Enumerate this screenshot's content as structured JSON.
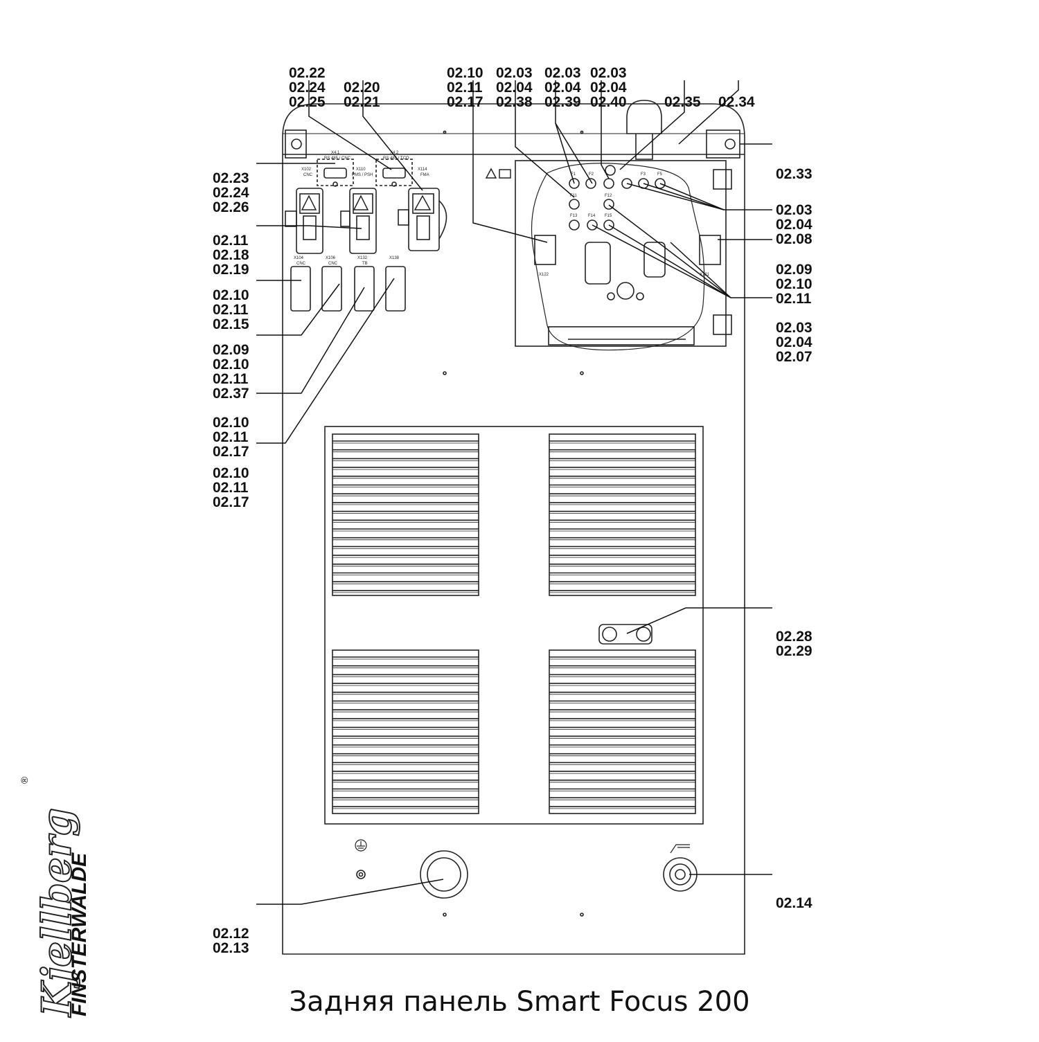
{
  "caption": "Задняя панель Smart Focus 200",
  "brand": {
    "name": "Kjellberg",
    "sub": "FINSTERWALDE",
    "registered": "®"
  },
  "callouts": {
    "c1": [
      "02.22",
      "02.24",
      "02.25"
    ],
    "c2": [
      "02.20",
      "02.21"
    ],
    "c3": [
      "02.10",
      "02.11",
      "02.17"
    ],
    "c4": [
      "02.03",
      "02.04",
      "02.38"
    ],
    "c5": [
      "02.03",
      "02.04",
      "02.39"
    ],
    "c6": [
      "02.03",
      "02.04",
      "02.40"
    ],
    "c7": [
      "02.35"
    ],
    "c8": [
      "02.34"
    ],
    "l1": [
      "02.23",
      "02.24",
      "02.26"
    ],
    "l2": [
      "02.11",
      "02.18",
      "02.19"
    ],
    "l3": [
      "02.10",
      "02.11",
      "02.15"
    ],
    "l4": [
      "02.09",
      "02.10",
      "02.11",
      "02.37"
    ],
    "l5": [
      "02.10",
      "02.11",
      "02.17"
    ],
    "l6": [
      "02.10",
      "02.11",
      "02.17"
    ],
    "l7": [
      "02.12",
      "02.13"
    ],
    "r1": [
      "02.33"
    ],
    "r2": [
      "02.03",
      "02.04",
      "02.08"
    ],
    "r3": [
      "02.09",
      "02.10",
      "02.11"
    ],
    "r4": [
      "02.03",
      "02.04",
      "02.07"
    ],
    "r5": [
      "02.28",
      "02.29"
    ],
    "r6": [
      "02.14"
    ]
  },
  "panel_labels": {
    "x41": "X4.1",
    "x41_sub": "RS 485 / CNC",
    "x42": "X4.2",
    "x42_sub": "RS 485 / TCO",
    "x102": "X102",
    "x102_sub": "CNC",
    "x110": "X110",
    "x110_sub": "PMS / PSH",
    "x114": "X114",
    "x114_sub": "FMA",
    "x104": "X104",
    "x104_sub": "CNC",
    "x106": "X106",
    "x106_sub": "CNC",
    "x132": "X132",
    "x132_sub": "TB",
    "x138": "X138",
    "x122": "X122",
    "x121": "X121",
    "f1": "F1",
    "f2": "F2",
    "f3": "F3",
    "f5": "F5",
    "f11": "F11",
    "f12": "F12",
    "f13": "F13",
    "f14": "F14",
    "f15": "F15"
  }
}
